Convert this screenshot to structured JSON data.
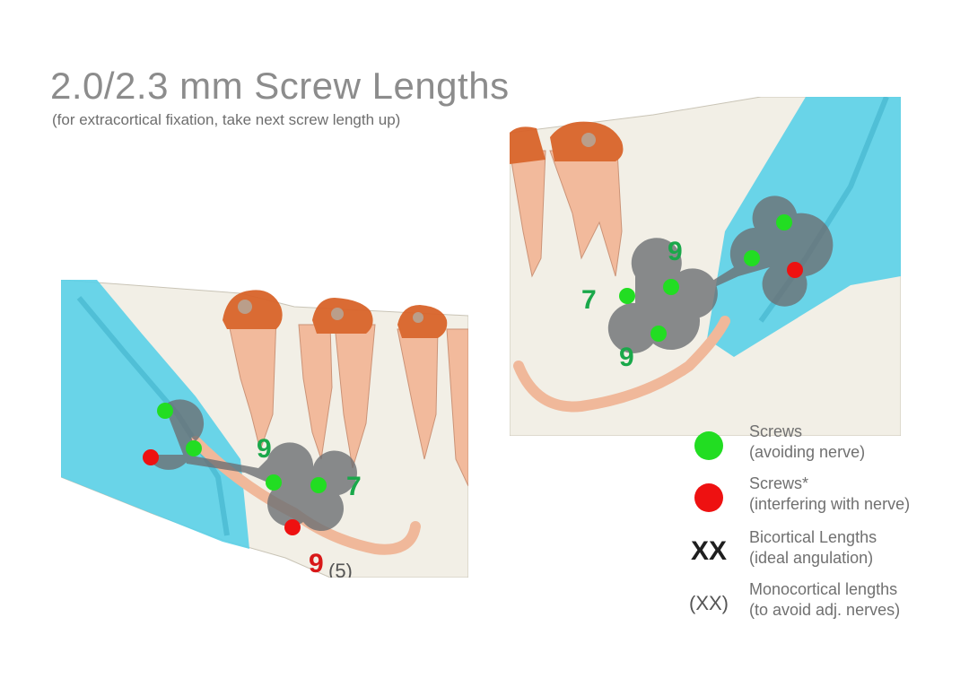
{
  "title": "2.0/2.3 mm Screw Lengths",
  "subtitle": "(for extracortical fixation, take next screw length up)",
  "colors": {
    "green_screw": "#22dd22",
    "red_screw": "#ee1111",
    "green_text": "#1aa84a",
    "red_text": "#d81818",
    "plate": "#6c6f73",
    "bone": "#f0ede4",
    "nerve": "#f0b89a",
    "tooth_crown": "#d9642a",
    "soft_tissue": "#55cfe6"
  },
  "left_panel": {
    "labels": [
      "9",
      "7",
      "9",
      "(5)"
    ]
  },
  "right_panel": {
    "labels": [
      "9",
      "7",
      "9"
    ]
  },
  "legend": [
    {
      "marker": "green-dot",
      "label": "Screws",
      "desc": "(avoiding nerve)"
    },
    {
      "marker": "red-dot",
      "label": "Screws*",
      "desc": "(interfering with nerve)"
    },
    {
      "marker": "XX",
      "label": "Bicortical Lengths",
      "desc": "(ideal angulation)"
    },
    {
      "marker": "(XX)",
      "label": "Monocortical lengths",
      "desc": "(to avoid adj. nerves)"
    }
  ]
}
